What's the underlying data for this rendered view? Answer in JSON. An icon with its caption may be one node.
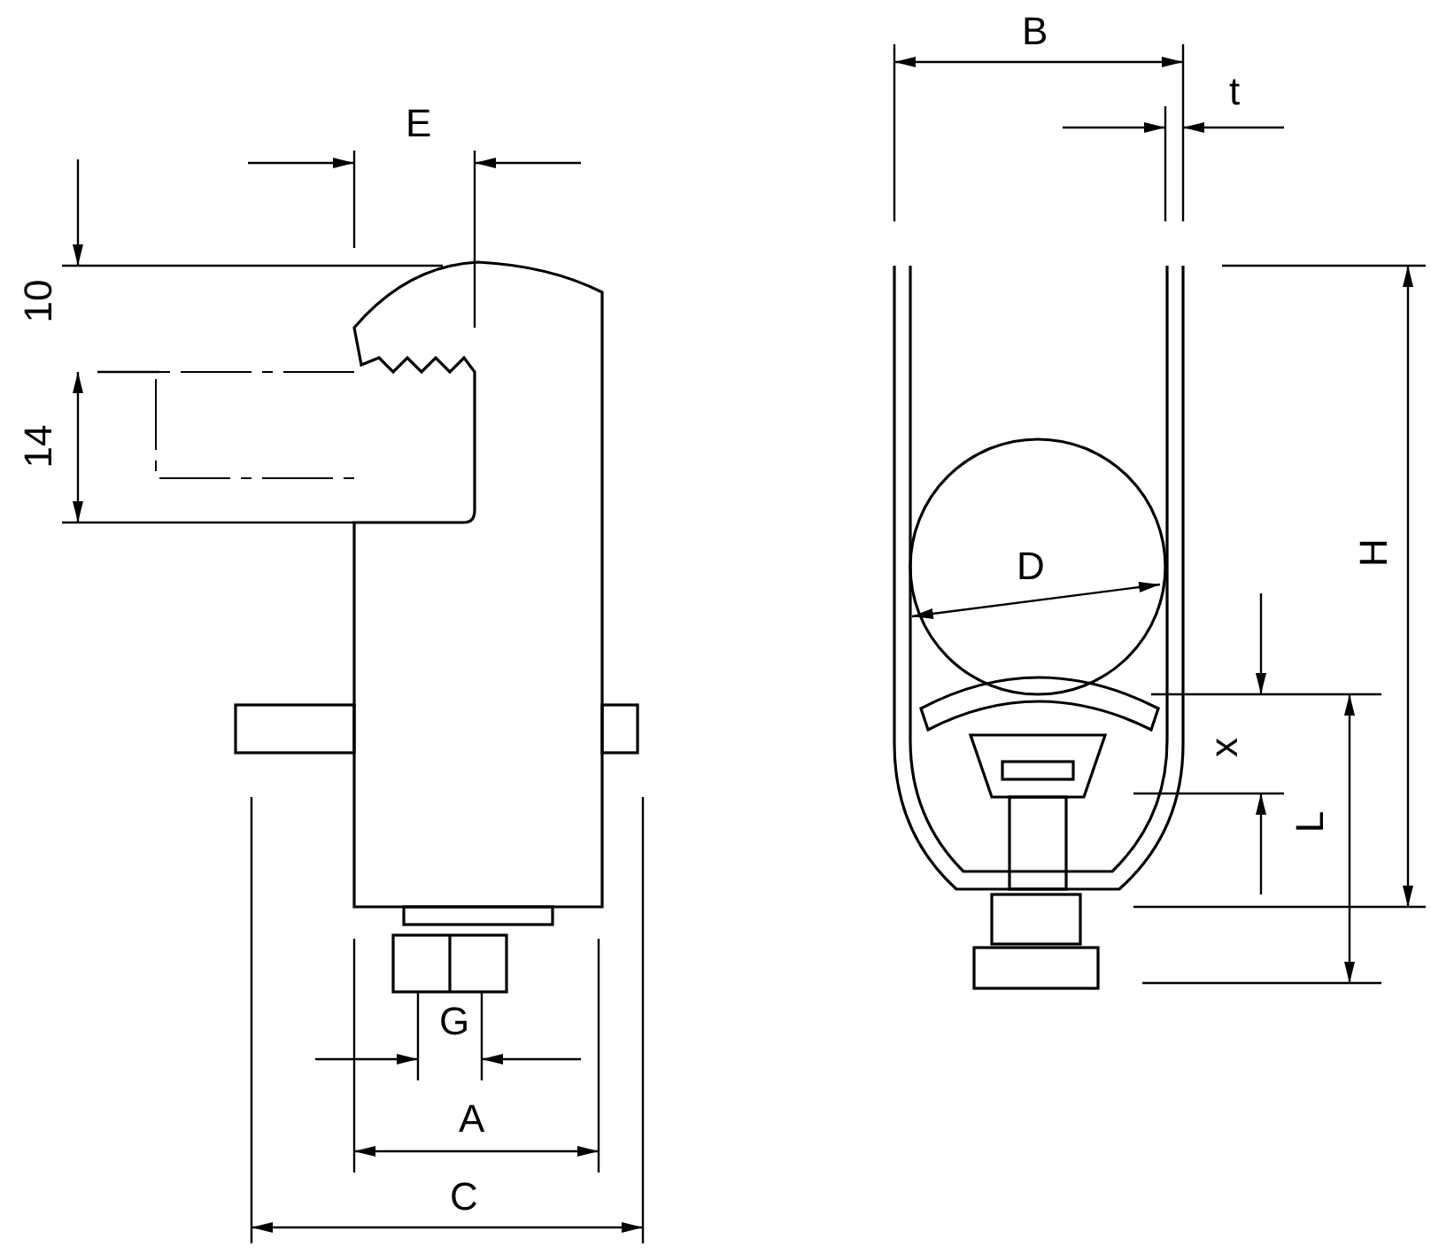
{
  "diagram": {
    "labels": [
      "E",
      "B",
      "t",
      "10",
      "14",
      "H",
      "D",
      "x",
      "L",
      "G",
      "A",
      "C"
    ]
  }
}
